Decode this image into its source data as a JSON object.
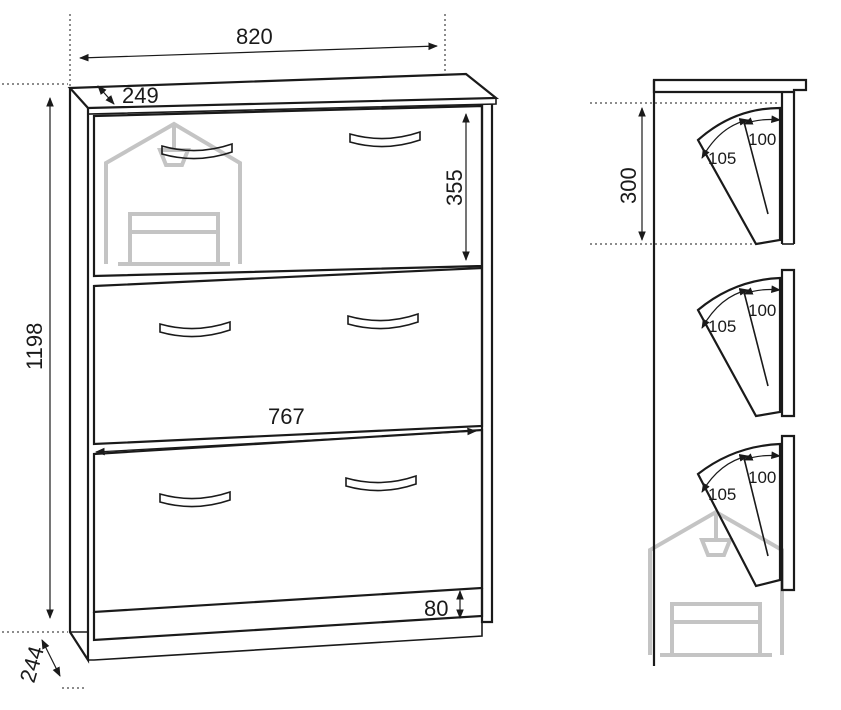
{
  "front_view": {
    "width_label": "820",
    "depth_label": "249",
    "height_label": "1198",
    "door_height_label": "355",
    "inner_width_label": "767",
    "plinth_height_label": "80",
    "base_depth_label": "244"
  },
  "side_view": {
    "shelf_height_label": "300",
    "compartments": [
      {
        "outer_label": "105",
        "inner_label": "100"
      },
      {
        "outer_label": "105",
        "inner_label": "100"
      },
      {
        "outer_label": "105",
        "inner_label": "100"
      }
    ]
  },
  "icons": [
    "watermark-house-icon",
    "watermark-house-icon"
  ]
}
